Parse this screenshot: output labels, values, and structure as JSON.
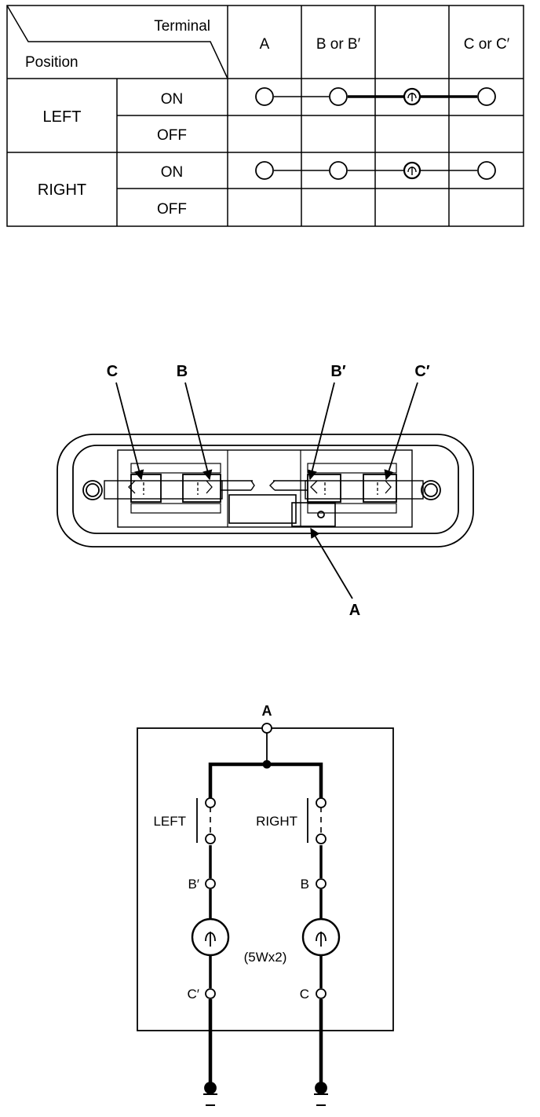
{
  "table": {
    "header_terminal": "Terminal",
    "header_position": "Position",
    "columns": [
      "A",
      "B or B′",
      "",
      "C or C′"
    ],
    "rows": [
      {
        "position": "LEFT",
        "states": [
          "ON",
          "OFF"
        ]
      },
      {
        "position": "RIGHT",
        "states": [
          "ON",
          "OFF"
        ]
      }
    ]
  },
  "connector": {
    "label_c": "C",
    "label_b": "B",
    "label_b_prime": "B′",
    "label_c_prime": "C′",
    "label_a": "A"
  },
  "circuit": {
    "label_a": "A",
    "switch_left": "LEFT",
    "switch_right": "RIGHT",
    "label_b_prime": "B′",
    "label_b": "B",
    "bulb_rating": "(5Wx2)",
    "label_c_prime": "C′",
    "label_c": "C"
  }
}
